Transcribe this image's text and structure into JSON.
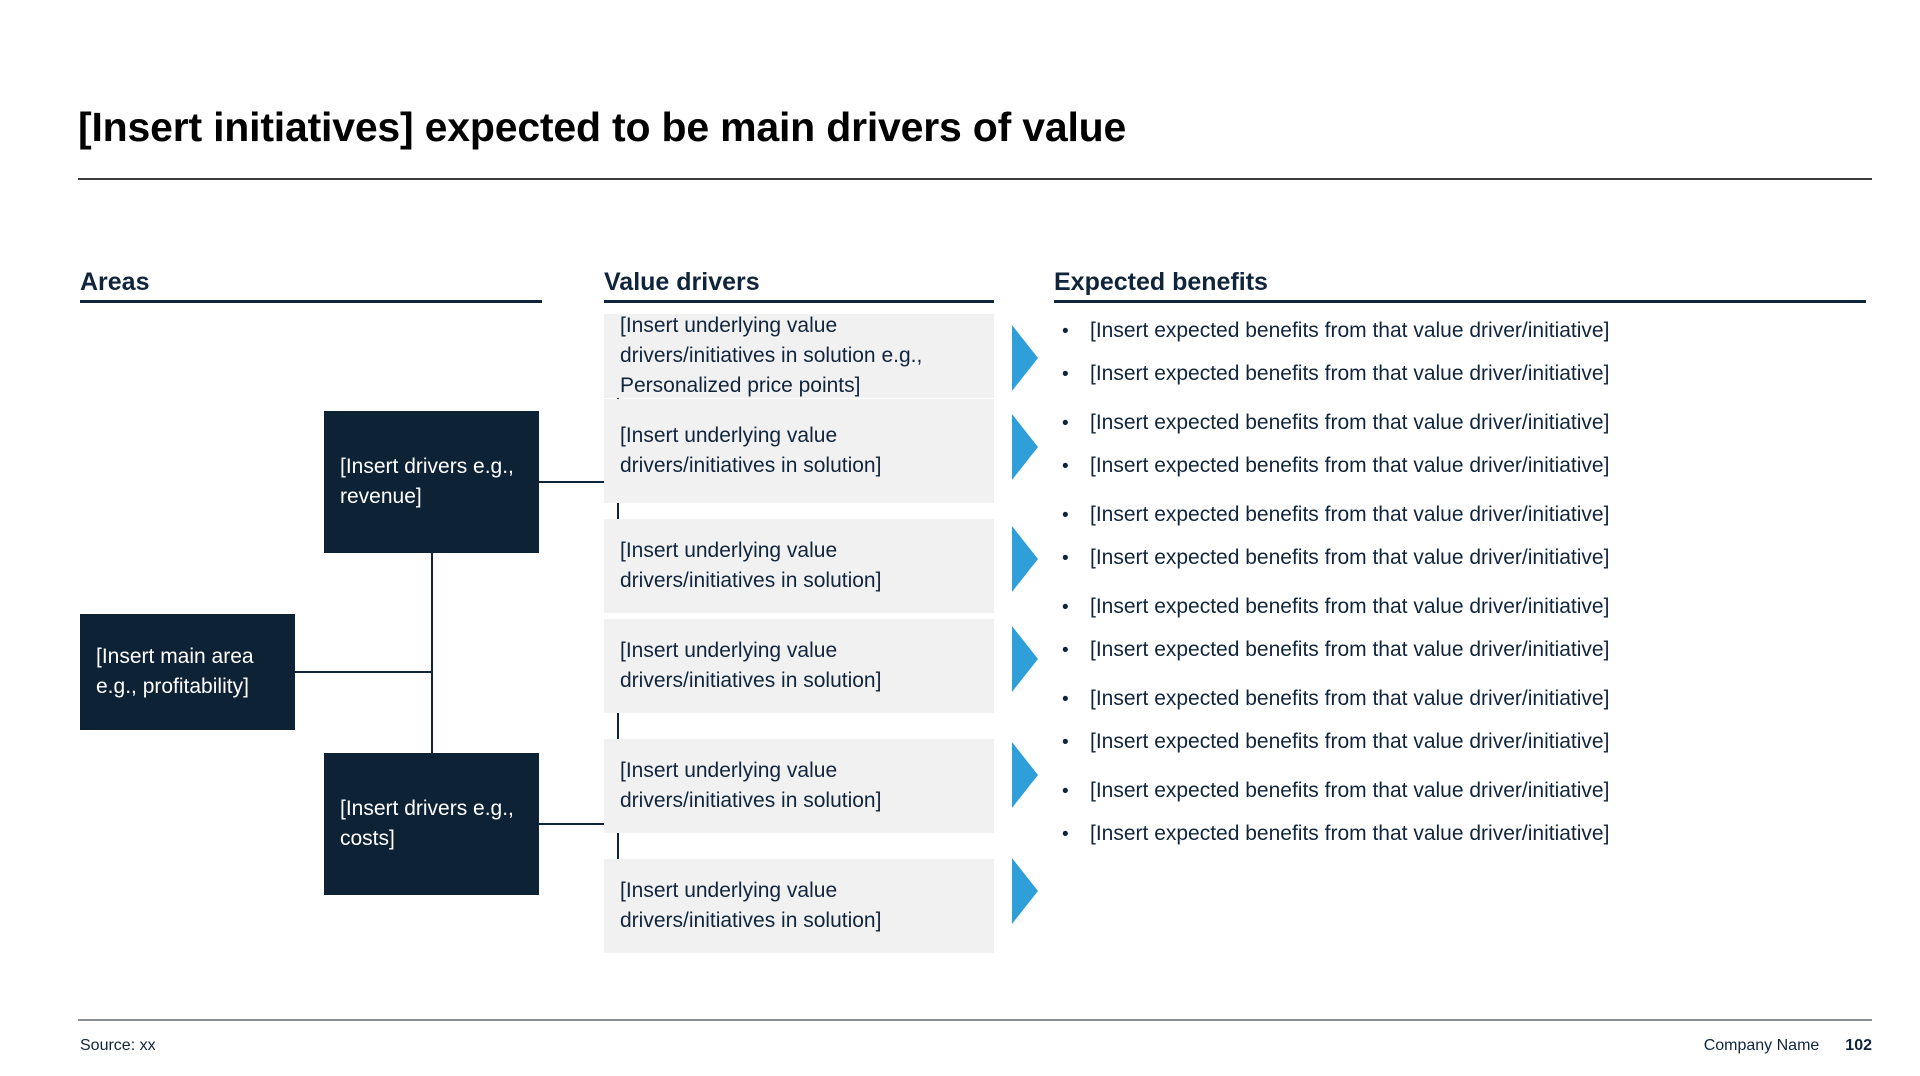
{
  "slide": {
    "title": "[Insert initiatives] expected to be main drivers of value",
    "page_number": "102"
  },
  "columns": {
    "areas": "Areas",
    "value_drivers": "Value drivers",
    "expected_benefits": "Expected benefits"
  },
  "areas": {
    "main": "[Insert main area e.g., profitability]",
    "driver_revenue": "[Insert drivers e.g., revenue]",
    "driver_costs": "[Insert drivers e.g., costs]"
  },
  "value_drivers": [
    "[Insert underlying value drivers/initiatives in solution e.g., Personalized price points]",
    "[Insert underlying value drivers/initiatives in solution]",
    "[Insert underlying value drivers/initiatives in solution]",
    "[Insert underlying value drivers/initiatives in solution]",
    "[Insert underlying value drivers/initiatives in solution]",
    "[Insert underlying value drivers/initiatives in solution]"
  ],
  "benefit_groups": [
    {
      "items": [
        "[Insert expected benefits from that value driver/initiative]",
        "[Insert expected benefits from that value driver/initiative]"
      ]
    },
    {
      "items": [
        "[Insert expected benefits from that value driver/initiative]",
        "[Insert expected benefits from that value driver/initiative]"
      ]
    },
    {
      "items": [
        "[Insert expected benefits from that value driver/initiative]",
        "[Insert expected benefits from that value driver/initiative]"
      ]
    },
    {
      "items": [
        "[Insert expected benefits from that value driver/initiative]",
        "[Insert expected benefits from that value driver/initiative]"
      ]
    },
    {
      "items": [
        "[Insert expected benefits from that value driver/initiative]",
        "[Insert expected benefits from that value driver/initiative]"
      ]
    },
    {
      "items": [
        "[Insert expected benefits from that value driver/initiative]",
        "[Insert expected benefits from that value driver/initiative]"
      ]
    }
  ],
  "bullet_glyph": "•",
  "footer": {
    "source": "Source: xx",
    "company": "Company Name"
  },
  "colors": {
    "navy": "#0e2236",
    "navy_text": "#10253c",
    "grey_box": "#f1f1f1",
    "arrow_blue": "#2e9fd9",
    "rule_dark": "#3d3d3d",
    "footer_rule": "#8a8f96"
  },
  "layout": {
    "driver_box_tops": [
      314,
      399,
      519,
      619,
      739,
      859
    ],
    "driver_box_heights": [
      84,
      104,
      94,
      94,
      94,
      94
    ],
    "arrow_tops": [
      325,
      414,
      526,
      626,
      742,
      858
    ],
    "benefit_group_tops": [
      310,
      402,
      494,
      586,
      678,
      770
    ]
  }
}
